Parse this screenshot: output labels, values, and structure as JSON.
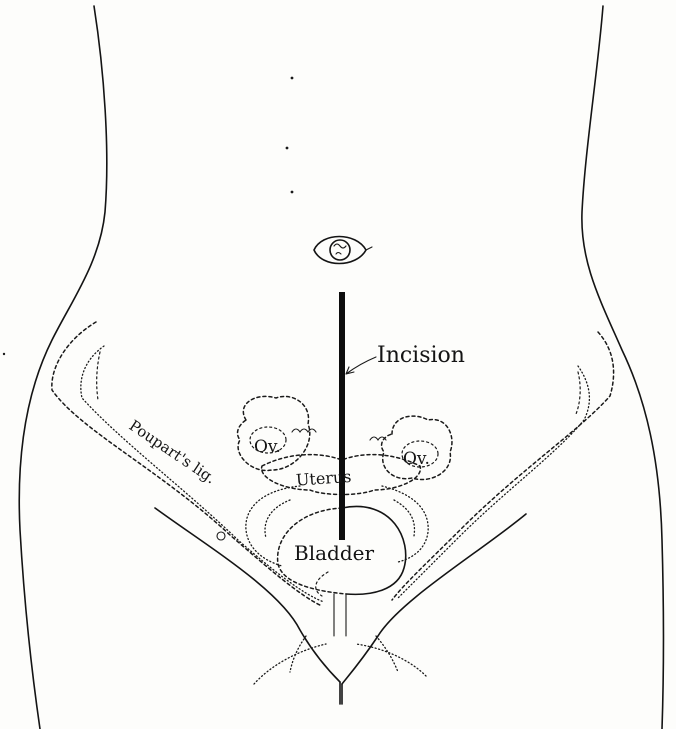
{
  "labels": {
    "incision": "Incision",
    "uterus": "Uterus",
    "bladder": "Bladder",
    "ovary_left": "Ov.",
    "ovary_right": "Ov.",
    "pouparts": "Poupart's lig."
  },
  "colors": {
    "ink": "#141414",
    "paper": "#fdfdfb"
  }
}
